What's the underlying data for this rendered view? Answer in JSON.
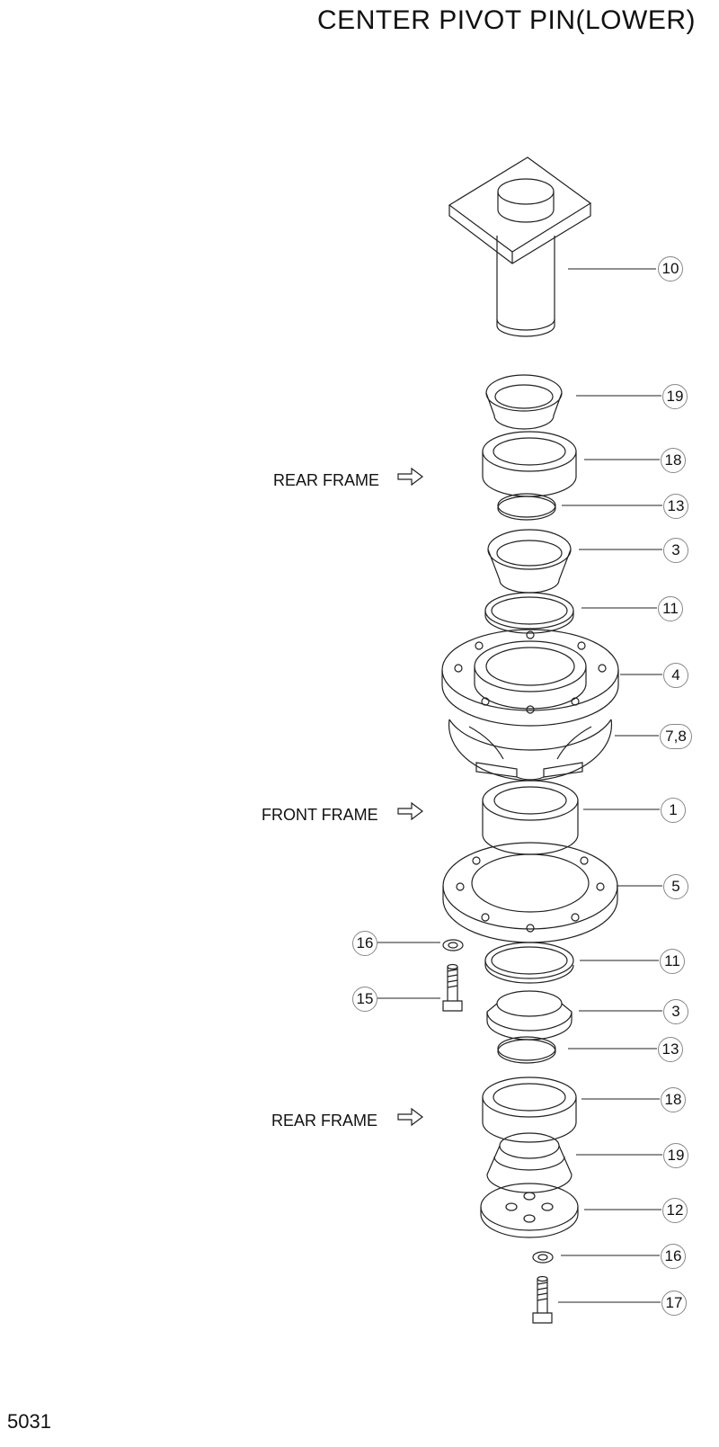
{
  "title": "CENTER PIVOT PIN(LOWER)",
  "page_number": "5031",
  "frame_labels": {
    "rear_frame_top": "REAR FRAME",
    "front_frame": "FRONT FRAME",
    "rear_frame_bottom": "REAR FRAME"
  },
  "callouts": {
    "c10": "10",
    "c19a": "19",
    "c18a": "18",
    "c13a": "13",
    "c3a": "3",
    "c11a": "11",
    "c4": "4",
    "c78": "7,8",
    "c1": "1",
    "c5": "5",
    "c16a": "16",
    "c11b": "11",
    "c15": "15",
    "c3b": "3",
    "c13b": "13",
    "c18b": "18",
    "c19b": "19",
    "c12": "12",
    "c16b": "16",
    "c17": "17"
  }
}
